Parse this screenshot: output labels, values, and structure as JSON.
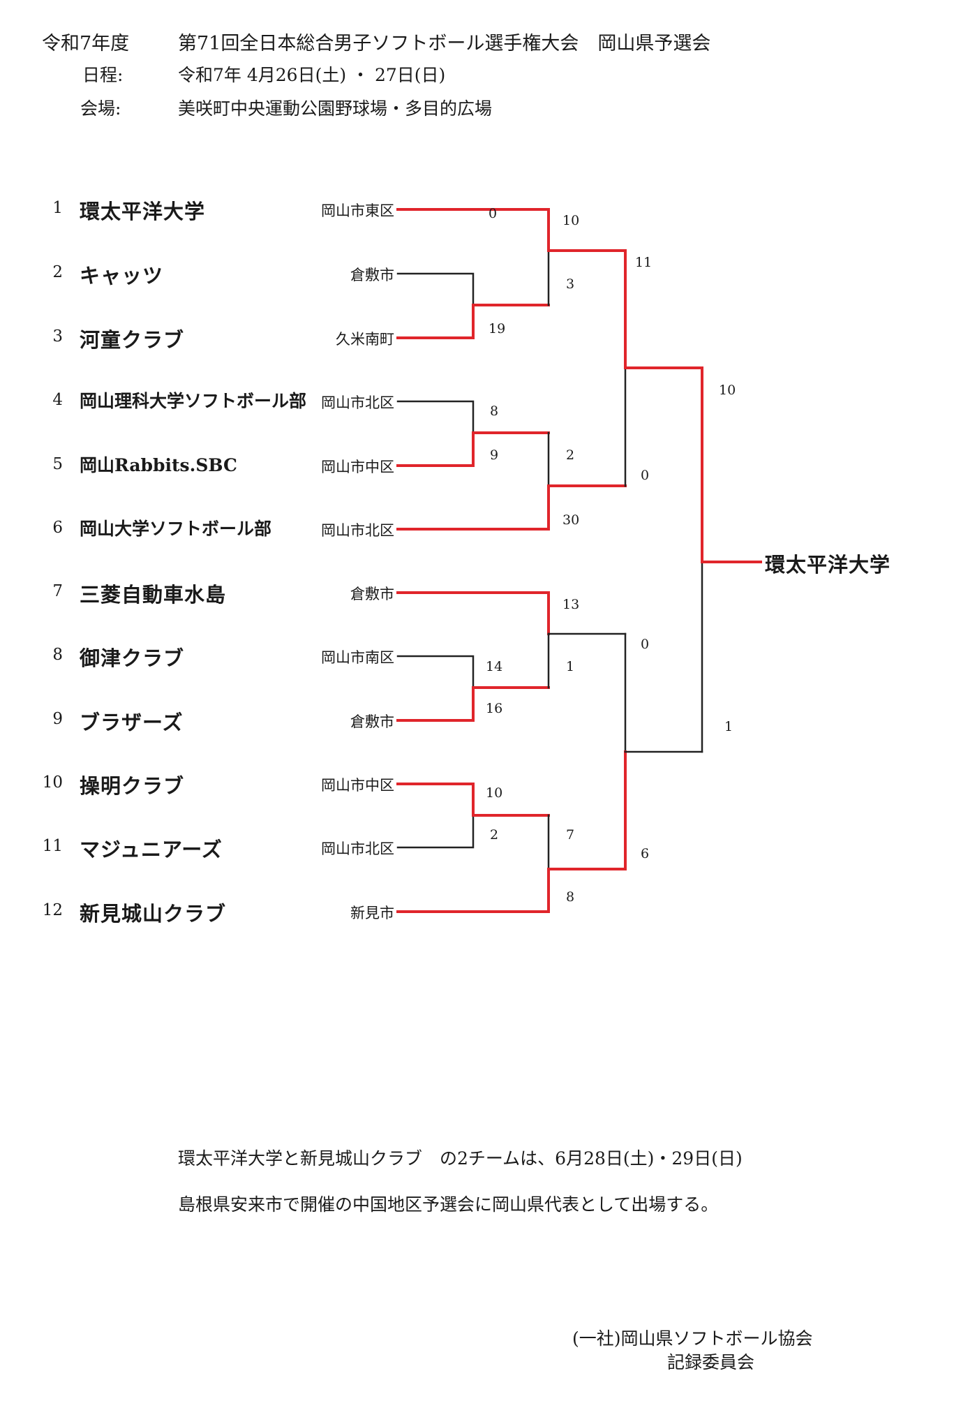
{
  "header": {
    "year": "令和7年度",
    "title": "第71回全日本総合男子ソフトボール選手権大会　岡山県予選会",
    "schedule_label": "日程:",
    "schedule_value": "令和7年 4月26日(土) ・ 27日(日)",
    "venue_label": "会場:",
    "venue_value": "美咲町中央運動公園野球場・多目的広場"
  },
  "teams": [
    {
      "seed": "1",
      "name": "環太平洋大学",
      "location": "岡山市東区"
    },
    {
      "seed": "2",
      "name": "キャッツ",
      "location": "倉敷市"
    },
    {
      "seed": "3",
      "name": "河童クラブ",
      "location": "久米南町"
    },
    {
      "seed": "4",
      "name": "岡山理科大学ソフトボール部",
      "location": "岡山市北区"
    },
    {
      "seed": "5",
      "name": "岡山Rabbits.SBC",
      "location": "岡山市中区"
    },
    {
      "seed": "6",
      "name": "岡山大学ソフトボール部",
      "location": "岡山市北区"
    },
    {
      "seed": "7",
      "name": "三菱自動車水島",
      "location": "倉敷市"
    },
    {
      "seed": "8",
      "name": "御津クラブ",
      "location": "岡山市南区"
    },
    {
      "seed": "9",
      "name": "ブラザーズ",
      "location": "倉敷市"
    },
    {
      "seed": "10",
      "name": "操明クラブ",
      "location": "岡山市中区"
    },
    {
      "seed": "11",
      "name": "マジュニアーズ",
      "location": "岡山市北区"
    },
    {
      "seed": "12",
      "name": "新見城山クラブ",
      "location": "新見市"
    }
  ],
  "scores": {
    "r1_2v3": [
      "0",
      "19"
    ],
    "r1_4v5": [
      "8",
      "9"
    ],
    "r1_8v9": [
      "14",
      "16"
    ],
    "r1_10v11": [
      "10",
      "2"
    ],
    "r2_1vw23": [
      "10",
      "3"
    ],
    "r2_w45v6": [
      "2",
      "30"
    ],
    "r2_7vw89": [
      "13",
      "1"
    ],
    "r2_w1011v12": [
      "7",
      "8"
    ],
    "sf_top": [
      "11",
      "0"
    ],
    "sf_bottom": [
      "0",
      "6"
    ],
    "final": [
      "10",
      "1"
    ]
  },
  "champion": "環太平洋大学",
  "note": {
    "line1": "環太平洋大学と新見城山クラブ　の2チームは、6月28日(土)・29日(日)",
    "line2": "島根県安来市で開催の中国地区予選会に岡山県代表として出場する。"
  },
  "organizer": {
    "line1": "(一社)岡山県ソフトボール協会",
    "line2": "記録委員会"
  },
  "colors": {
    "win_line": "#e0252b",
    "lose_line": "#222222"
  }
}
